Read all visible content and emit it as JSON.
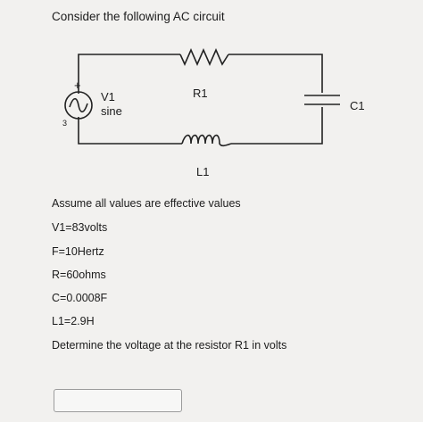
{
  "question": {
    "title": "Consider the following AC circuit",
    "intro": "Assume all values are effective values",
    "givens": [
      "V1=83volts",
      "F=10Hertz",
      "R=60ohms",
      "C=0.0008F",
      "L1=2.9H"
    ],
    "prompt": "Determine the voltage at the resistor R1 in volts"
  },
  "circuit": {
    "source_name": "V1",
    "source_type": "sine",
    "resistor_label": "R1",
    "capacitor_label": "C1",
    "inductor_label": "L1",
    "source_plus": "+",
    "source_node_mark": "3"
  },
  "answer": {
    "value": ""
  }
}
